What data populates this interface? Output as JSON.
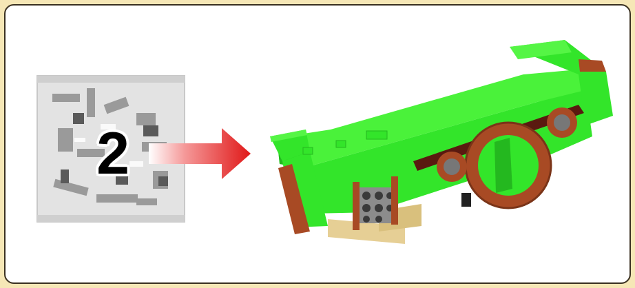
{
  "step": {
    "number": "2"
  },
  "colors": {
    "background": "#f6e7b6",
    "panel": "#ffffff",
    "border": "#3a3020",
    "arrow": "#e82020",
    "bright_green": "#33e52a",
    "reddish_brown": "#a84a24",
    "dark_brown": "#5a1a10",
    "tan": "#e6cf95"
  },
  "icons": {
    "bag": "parts-bag",
    "arrow": "right-arrow",
    "model": "build-result"
  }
}
